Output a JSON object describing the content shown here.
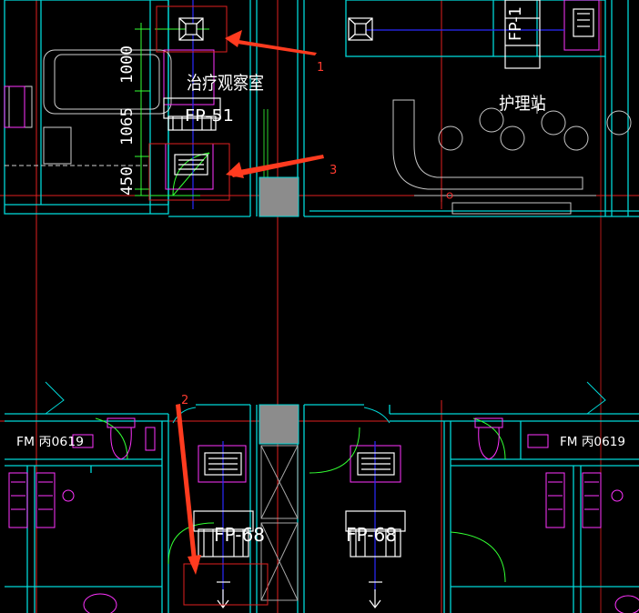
{
  "drawing": {
    "room_labels": {
      "treatment_observation": "治疗观察室",
      "nurse_station": "护理站"
    },
    "equipment_labels": {
      "fp_top_left": "FP-51",
      "fp_top_right": "FP-1",
      "fp_bottom_left": "FP-68",
      "fp_bottom_right": "FP-68"
    },
    "door_tags": {
      "left": "FM 丙0619",
      "right": "FM 丙0619"
    },
    "dimensions": {
      "d1": "1000",
      "d2": "1065",
      "d3": "450"
    }
  },
  "annotations": [
    {
      "label": "1"
    },
    {
      "label": "2"
    },
    {
      "label": "3"
    }
  ],
  "colors": {
    "background": "#000000",
    "wall": "#00e5e5",
    "axis": "#ff2020",
    "equipment": "#ffffff",
    "furniture": "#ff33ff",
    "door_swing": "#33ff33",
    "duct": "#2a2aff",
    "column": "#8c8c8c",
    "annotation_arrow": "#ff3b1f"
  }
}
